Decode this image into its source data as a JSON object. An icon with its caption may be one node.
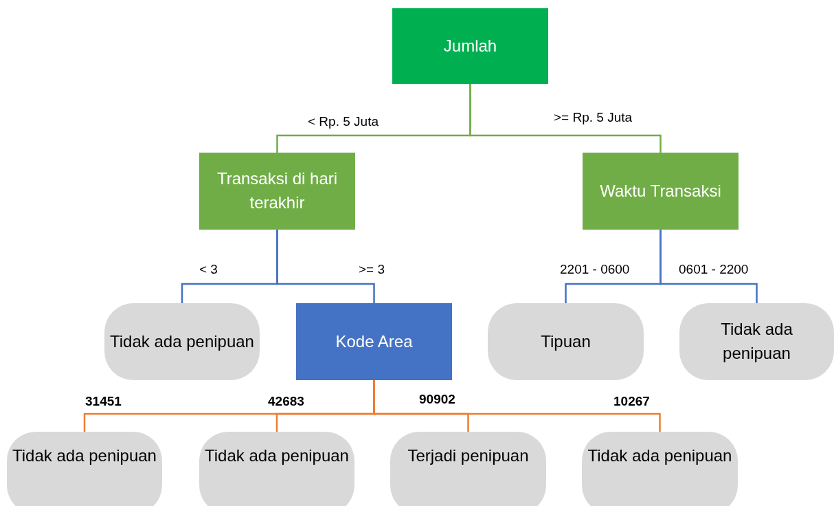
{
  "diagram": {
    "nodes": [
      {
        "text": [
          "Jumlah"
        ]
      },
      {
        "text": [
          "Transaksi di hari terakhir"
        ]
      },
      {
        "text": [
          "Waktu Transaksi"
        ]
      },
      {
        "text": [
          "Tidak ada penipuan"
        ]
      },
      {
        "text": [
          "Kode Area"
        ]
      },
      {
        "text": [
          "Tipuan"
        ]
      },
      {
        "text": [
          "Tidak ada penipuan"
        ]
      },
      {
        "text": [
          "Tidak ada penipuan"
        ]
      },
      {
        "text": [
          "Tidak ada penipuan"
        ]
      },
      {
        "text": [
          "Terjadi penipuan"
        ]
      },
      {
        "text": [
          "Tidak ada penipuan"
        ]
      }
    ],
    "edges": [
      {
        "from": 0,
        "to": 1,
        "arrow": "none",
        "label": "< Rp. 5 Juta",
        "color": "#70ad47"
      },
      {
        "from": 0,
        "to": 2,
        "arrow": "none",
        "label": ">= Rp. 5 Juta",
        "color": "#70ad47"
      },
      {
        "from": 1,
        "to": 3,
        "arrow": "none",
        "label": "< 3",
        "color": "#4472c4"
      },
      {
        "from": 1,
        "to": 4,
        "arrow": "none",
        "label": ">= 3",
        "color": "#4472c4"
      },
      {
        "from": 2,
        "to": 5,
        "arrow": "none",
        "label": "2201 - 0600",
        "color": "#4472c4"
      },
      {
        "from": 2,
        "to": 6,
        "arrow": "none",
        "label": "0601 - 2200",
        "color": "#4472c4"
      },
      {
        "from": 4,
        "to": 7,
        "arrow": "none",
        "label": "31451",
        "color": "#ed7d31"
      },
      {
        "from": 4,
        "to": 8,
        "arrow": "none",
        "label": "42683",
        "color": "#ed7d31"
      },
      {
        "from": 4,
        "to": 9,
        "arrow": "none",
        "label": "90902",
        "color": "#ed7d31"
      },
      {
        "from": 4,
        "to": 10,
        "arrow": "none",
        "label": "10267",
        "color": "#ed7d31"
      }
    ]
  }
}
